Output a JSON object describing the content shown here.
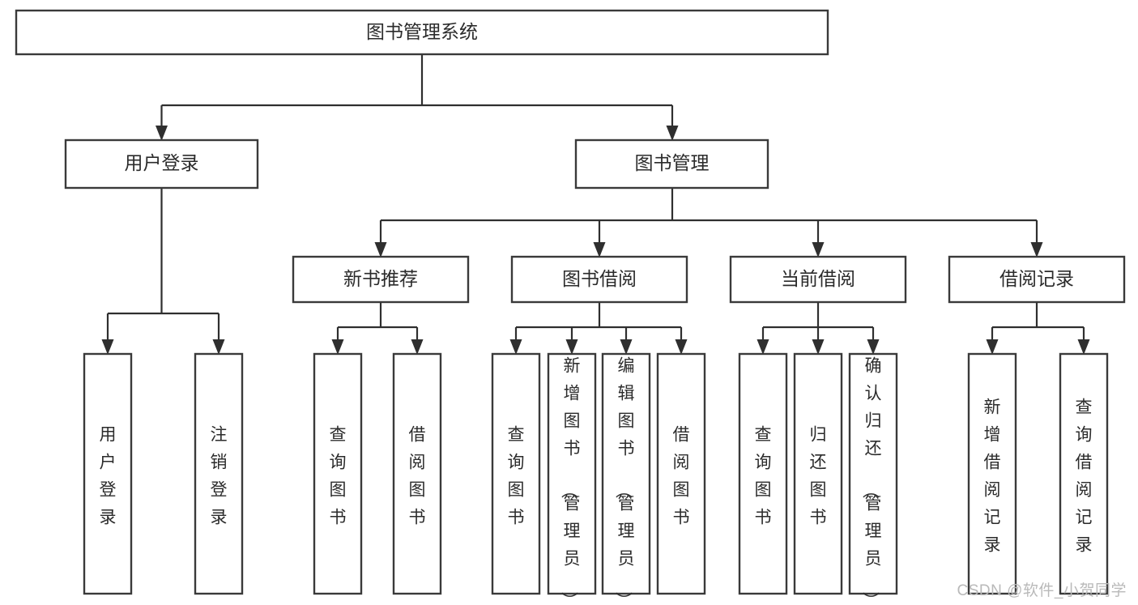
{
  "diagram": {
    "type": "tree-hierarchy",
    "title": "图书管理系统",
    "watermark": "CSDN @软件_小贺同学",
    "colors": {
      "box_stroke": "#3a3a3a",
      "box_fill": "#ffffff",
      "connector": "#2f2f2f",
      "text": "#2b2b2b",
      "watermark": "#b9b9b9",
      "background": "#ffffff"
    },
    "levels": {
      "root": {
        "label": "图书管理系统",
        "orientation": "horizontal"
      },
      "level2": [
        {
          "label": "用户登录",
          "orientation": "horizontal"
        },
        {
          "label": "图书管理",
          "orientation": "horizontal"
        }
      ],
      "level3": [
        {
          "label": "新书推荐",
          "orientation": "horizontal",
          "parent": "图书管理"
        },
        {
          "label": "图书借阅",
          "orientation": "horizontal",
          "parent": "图书管理"
        },
        {
          "label": "当前借阅",
          "orientation": "horizontal",
          "parent": "图书管理"
        },
        {
          "label": "借阅记录",
          "orientation": "horizontal",
          "parent": "图书管理"
        }
      ],
      "leaves": [
        {
          "label": "用户登录",
          "orientation": "vertical",
          "parent": "用户登录"
        },
        {
          "label": "注销登录",
          "orientation": "vertical",
          "parent": "用户登录"
        },
        {
          "label": "查询图书",
          "orientation": "vertical",
          "parent": "新书推荐"
        },
        {
          "label": "借阅图书",
          "orientation": "vertical",
          "parent": "新书推荐"
        },
        {
          "label": "查询图书",
          "orientation": "vertical",
          "parent": "图书借阅"
        },
        {
          "label": "新增图书（管理员）",
          "orientation": "vertical",
          "parent": "图书借阅"
        },
        {
          "label": "编辑图书（管理员）",
          "orientation": "vertical",
          "parent": "图书借阅"
        },
        {
          "label": "借阅图书",
          "orientation": "vertical",
          "parent": "图书借阅"
        },
        {
          "label": "查询图书",
          "orientation": "vertical",
          "parent": "当前借阅"
        },
        {
          "label": "归还图书",
          "orientation": "vertical",
          "parent": "当前借阅"
        },
        {
          "label": "确认归还（管理员）",
          "orientation": "vertical",
          "parent": "当前借阅"
        },
        {
          "label": "新增借阅记录",
          "orientation": "vertical",
          "parent": "借阅记录"
        },
        {
          "label": "查询借阅记录",
          "orientation": "vertical",
          "parent": "借阅记录"
        }
      ]
    },
    "nodes": {
      "root": {
        "text": "图书管理系统"
      },
      "user_login": {
        "text": "用户登录"
      },
      "book_manage": {
        "text": "图书管理"
      },
      "new_book_rec": {
        "text": "新书推荐"
      },
      "book_borrow": {
        "text": "图书借阅"
      },
      "current_borrow": {
        "text": "当前借阅"
      },
      "borrow_record": {
        "text": "借阅记录"
      },
      "leaf_user_login": {
        "text": "用户登录"
      },
      "leaf_logout": {
        "text": "注销登录"
      },
      "leaf_query_book_1": {
        "text": "查询图书"
      },
      "leaf_borrow_book_1": {
        "text": "借阅图书"
      },
      "leaf_query_book_2": {
        "text": "查询图书"
      },
      "leaf_add_book_admin": {
        "text": "新增图书（管理员）"
      },
      "leaf_edit_book_admin": {
        "text": "编辑图书（管理员）"
      },
      "leaf_borrow_book_2": {
        "text": "借阅图书"
      },
      "leaf_query_book_3": {
        "text": "查询图书"
      },
      "leaf_return_book": {
        "text": "归还图书"
      },
      "leaf_confirm_return_admin": {
        "text": "确认归还（管理员）"
      },
      "leaf_add_borrow_record": {
        "text": "新增借阅记录"
      },
      "leaf_query_borrow_record": {
        "text": "查询借阅记录"
      }
    }
  }
}
